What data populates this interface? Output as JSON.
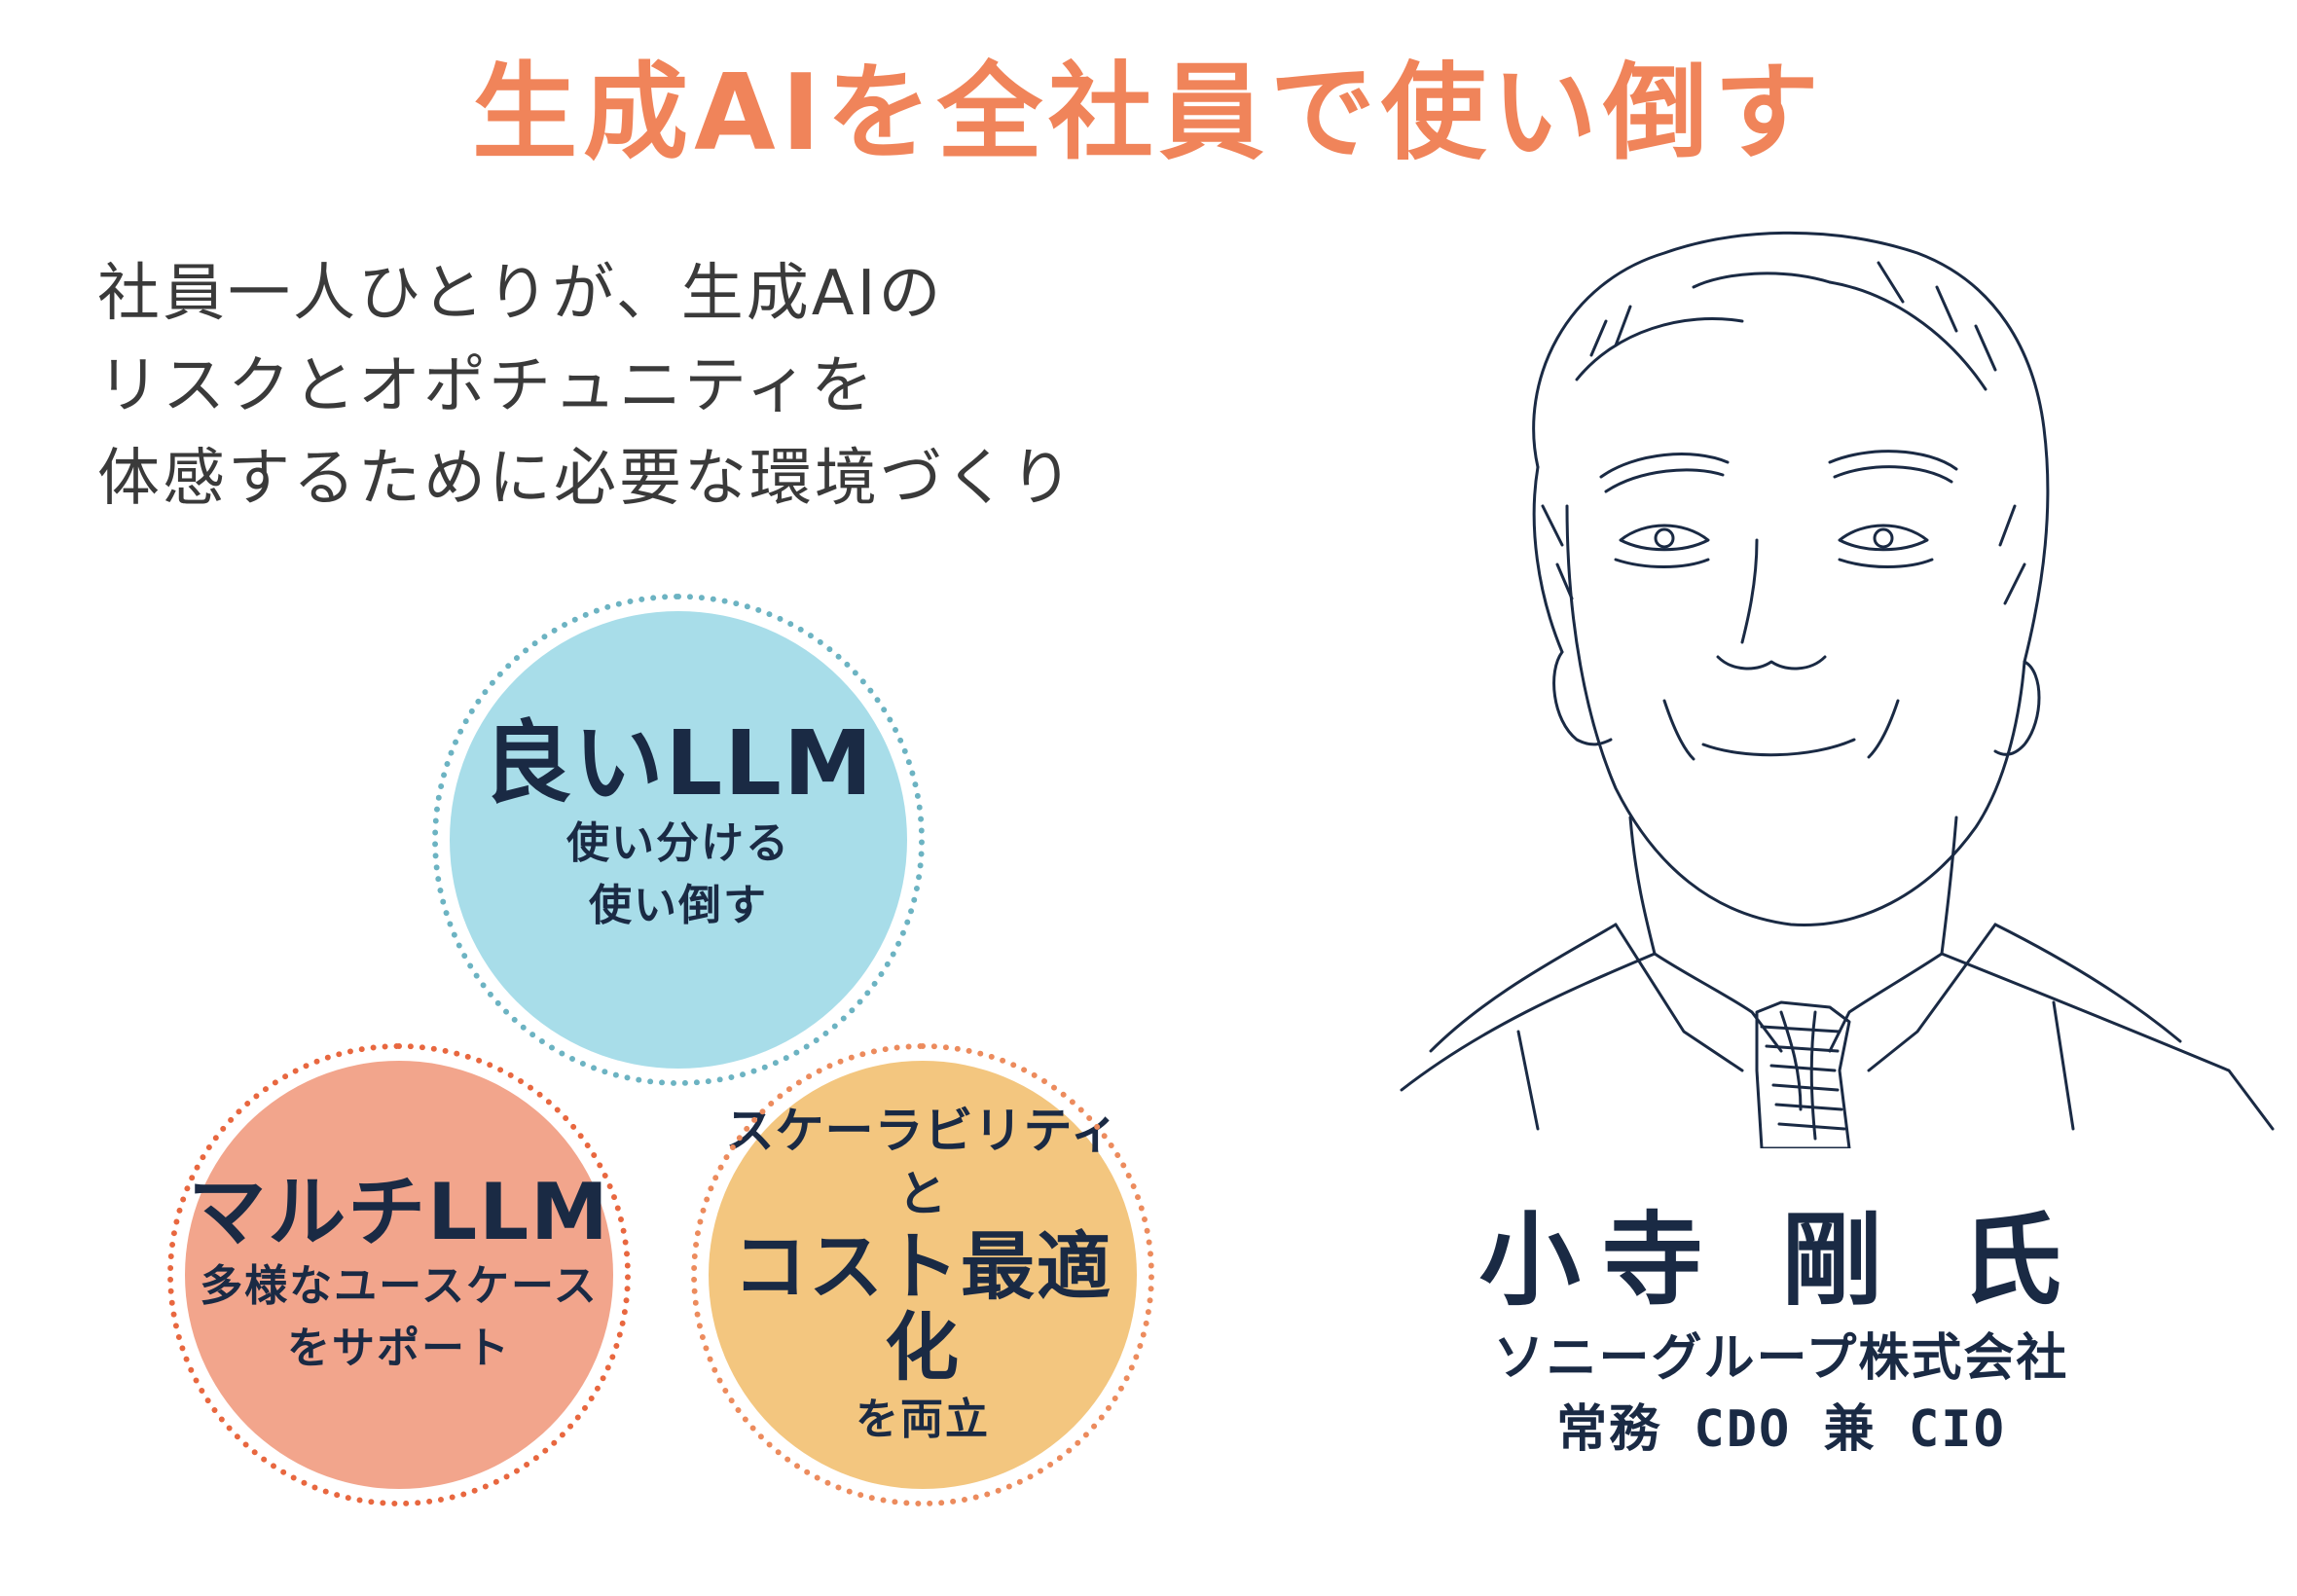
{
  "title": "生成AIを全社員で使い倒す",
  "lead": {
    "line1": "社員一人ひとりが、生成AIの",
    "line2": "リスクとオポチュニティを",
    "line3": "体感するために必要な環境づくり"
  },
  "circles": {
    "good_llm": {
      "main": "良いLLM",
      "sub1": "使い分ける",
      "sub2": "使い倒す"
    },
    "multi_llm": {
      "main": "マルチLLM",
      "sub1": "多様なユースケース",
      "sub2": "をサポート"
    },
    "cost": {
      "pre": "スケーラビリティと",
      "main": "コスト最適化",
      "sub": "を両立"
    }
  },
  "person": {
    "name": "小寺 剛 氏",
    "company": "ソニーグループ株式会社",
    "role": "常務 CDO 兼 CIO"
  },
  "colors": {
    "title": "#f0845a",
    "text_dark": "#1a2a44",
    "blue_fill": "#a8dde9",
    "blue_ring": "#6cb3c2",
    "red_fill": "#f2a58c",
    "red_ring": "#e8673f",
    "orange_fill": "#f3c67f",
    "orange_ring": "#ec8b5d"
  }
}
